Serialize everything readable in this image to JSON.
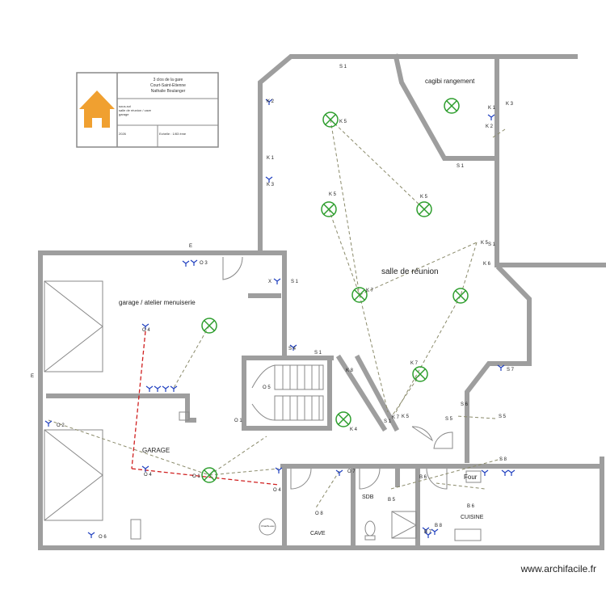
{
  "title_block": {
    "address_line1": "3 clos de la gare",
    "address_line2": "Court-Saint-Etienne",
    "client": "Nathalie Boulanger",
    "floors": [
      "sous-sol",
      "salle de réunion / cave",
      "garage"
    ],
    "year": "2026",
    "scale": "Echelle : 1/83 ème",
    "logo_color": "#f0a030"
  },
  "rooms": {
    "cagibi": "cagibi rangement",
    "salle": "salle de réunion",
    "garage_atelier": "garage / atelier menuiserie",
    "garage": "GARAGE",
    "cave": "CAVE",
    "sdb": "SDB",
    "cuisine": "CUISINE",
    "four": "Four",
    "chauffe_eau": "Chauffe-eau"
  },
  "symbol_labels": [
    "S 1",
    "K 2",
    "K 1",
    "K 3",
    "K 1",
    "K 2",
    "K 3",
    "K 5",
    "K 5",
    "K 5",
    "S 1",
    "K 5",
    "S 1",
    "K 6",
    "K 7",
    "S 1",
    "X",
    "O 3",
    "O 4",
    "S 4",
    "S 1",
    "K 8",
    "O 5",
    "O 1",
    "O 2",
    "O 4",
    "O 1",
    "O 4",
    "O 7",
    "O 8",
    "K 7",
    "S 1",
    "K 7",
    "K 5",
    "K 4",
    "S 7",
    "S 6",
    "S 5",
    "S 5",
    "S 8",
    "B 6",
    "B 5",
    "B 6",
    "B 8",
    "B 7",
    "O 6",
    "E",
    "E"
  ],
  "colors": {
    "wall": "#9e9e9e",
    "lamp": "#2e9e2e",
    "switch": "#1f3fbf",
    "circuit": "#8a8a6a",
    "red_circuit": "#d02020"
  },
  "footer": "www.archifacile.fr"
}
